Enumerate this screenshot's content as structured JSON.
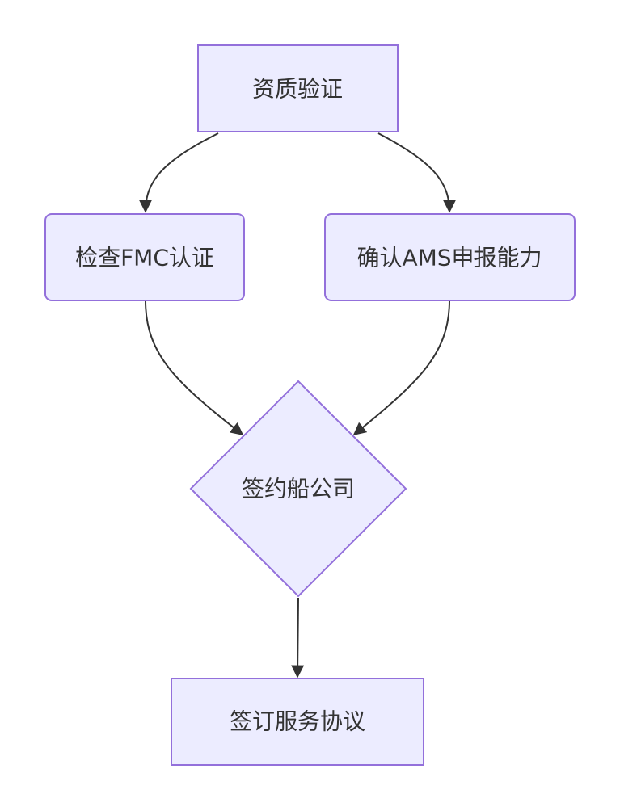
{
  "diagram": {
    "type": "flowchart",
    "direction": "top-down",
    "nodes": [
      {
        "id": "qualification",
        "label": "资质验证",
        "shape": "rectangle"
      },
      {
        "id": "fmc-check",
        "label": "检查FMC认证",
        "shape": "rounded-rectangle"
      },
      {
        "id": "ams-check",
        "label": "确认AMS申报能力",
        "shape": "rounded-rectangle"
      },
      {
        "id": "sign-carrier",
        "label": "签约船公司",
        "shape": "diamond"
      },
      {
        "id": "service-agreement",
        "label": "签订服务协议",
        "shape": "rectangle"
      }
    ],
    "edges": [
      {
        "from": "qualification",
        "to": "fmc-check"
      },
      {
        "from": "qualification",
        "to": "ams-check"
      },
      {
        "from": "fmc-check",
        "to": "sign-carrier"
      },
      {
        "from": "ams-check",
        "to": "sign-carrier"
      },
      {
        "from": "sign-carrier",
        "to": "service-agreement"
      }
    ],
    "colors": {
      "node_fill": "#ececff",
      "node_border": "#9370db",
      "edge": "#333333",
      "text": "#333333",
      "background": "#ffffff"
    }
  }
}
